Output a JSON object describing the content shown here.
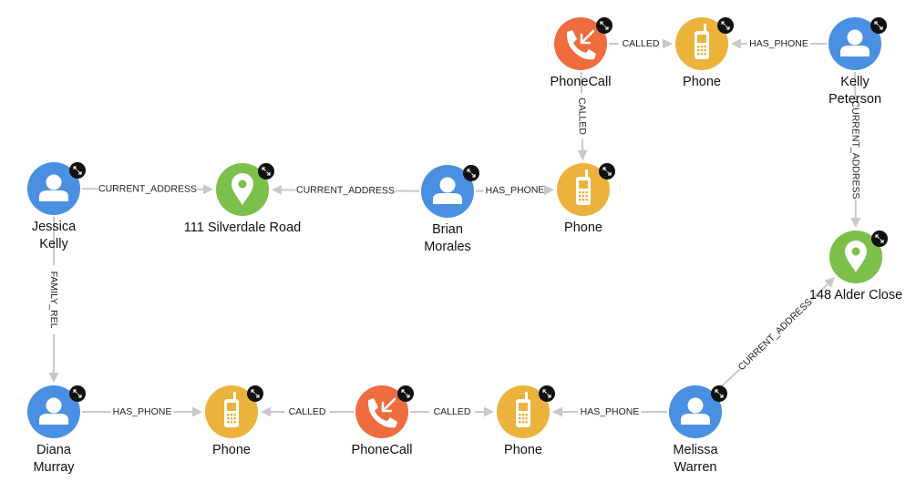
{
  "colors": {
    "person": "#4a90e2",
    "address": "#7cbf4a",
    "phone": "#ecb33c",
    "phonecall": "#ef6c3f",
    "edge": "#c8c8c8"
  },
  "nodes": [
    {
      "id": "jessica",
      "type": "person",
      "icon": "person-icon",
      "label": [
        "Jessica",
        "Kelly"
      ]
    },
    {
      "id": "addr111",
      "type": "address",
      "icon": "location-pin-icon",
      "label": [
        "111 Silverdale Road"
      ]
    },
    {
      "id": "brian",
      "type": "person",
      "icon": "person-icon",
      "label": [
        "Brian",
        "Morales"
      ]
    },
    {
      "id": "phone_brian",
      "type": "phone",
      "icon": "mobile-phone-icon",
      "label": [
        "Phone"
      ]
    },
    {
      "id": "call_top",
      "type": "phonecall",
      "icon": "incoming-call-icon",
      "label": [
        "PhoneCall"
      ]
    },
    {
      "id": "phone_kelly",
      "type": "phone",
      "icon": "mobile-phone-icon",
      "label": [
        "Phone"
      ]
    },
    {
      "id": "kelly",
      "type": "person",
      "icon": "person-icon",
      "label": [
        "Kelly",
        "Peterson"
      ]
    },
    {
      "id": "addr148",
      "type": "address",
      "icon": "location-pin-icon",
      "label": [
        "148 Alder Close"
      ]
    },
    {
      "id": "diana",
      "type": "person",
      "icon": "person-icon",
      "label": [
        "Diana",
        "Murray"
      ]
    },
    {
      "id": "phone_diana",
      "type": "phone",
      "icon": "mobile-phone-icon",
      "label": [
        "Phone"
      ]
    },
    {
      "id": "call_bottom",
      "type": "phonecall",
      "icon": "incoming-call-icon",
      "label": [
        "PhoneCall"
      ]
    },
    {
      "id": "phone_melissa",
      "type": "phone",
      "icon": "mobile-phone-icon",
      "label": [
        "Phone"
      ]
    },
    {
      "id": "melissa",
      "type": "person",
      "icon": "person-icon",
      "label": [
        "Melissa",
        "Warren"
      ]
    }
  ],
  "edges": [
    {
      "from": "jessica",
      "to": "addr111",
      "label": "CURRENT_ADDRESS"
    },
    {
      "from": "brian",
      "to": "addr111",
      "label": "CURRENT_ADDRESS"
    },
    {
      "from": "brian",
      "to": "phone_brian",
      "label": "HAS_PHONE"
    },
    {
      "from": "call_top",
      "to": "phone_brian",
      "label": "CALLED"
    },
    {
      "from": "call_top",
      "to": "phone_kelly",
      "label": "CALLED"
    },
    {
      "from": "kelly",
      "to": "phone_kelly",
      "label": "HAS_PHONE"
    },
    {
      "from": "kelly",
      "to": "addr148",
      "label": "CURRENT_ADDRESS"
    },
    {
      "from": "jessica",
      "to": "diana",
      "label": "FAMILY_REL"
    },
    {
      "from": "diana",
      "to": "phone_diana",
      "label": "HAS_PHONE"
    },
    {
      "from": "call_bottom",
      "to": "phone_diana",
      "label": "CALLED"
    },
    {
      "from": "call_bottom",
      "to": "phone_melissa",
      "label": "CALLED"
    },
    {
      "from": "melissa",
      "to": "phone_melissa",
      "label": "HAS_PHONE"
    },
    {
      "from": "melissa",
      "to": "addr148",
      "label": "CURRENT_ADDRESS"
    }
  ],
  "expand_icon": "expand-icon"
}
